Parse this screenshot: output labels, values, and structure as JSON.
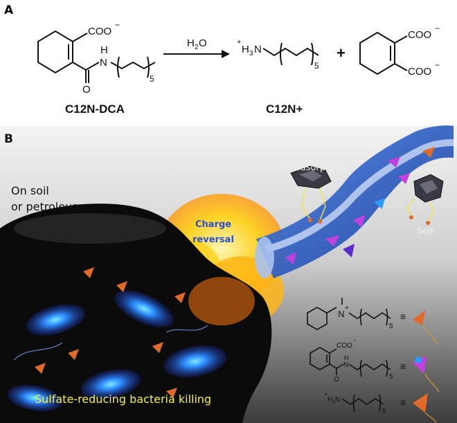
{
  "panel_a": {
    "letter": "A",
    "reactant_group_carboxylate": "COO",
    "reactant_charge": "−",
    "amide_nh": "N",
    "amide_h": "H",
    "carbonyl_o": "O",
    "chain_repeat": "5",
    "reagent": "H",
    "reagent_sub": "2",
    "reagent_tail": "O",
    "product_amine_charge": "+",
    "product_amine": "H",
    "product_amine_sub": "3",
    "product_amine_n": "N",
    "product_chain_repeat": "5",
    "plus_sign": "+",
    "dicarboxylate_top": "COO",
    "dicarboxylate_top_charge": "−",
    "dicarboxylate_bottom": "COO",
    "dicarboxylate_bottom_charge": "−",
    "reactant_name": "C12N-DCA",
    "product_name": "C12N+"
  },
  "panel_b": {
    "letter": "B",
    "surface_label_line1": "On soil",
    "surface_label_line2": "or petroleum",
    "charge_label_line1": "Charge",
    "charge_label_line2": "reversal",
    "soil_adsorption_label": "Soil adsorption",
    "soil_label": "Soil",
    "bacteria_label": "Sulfate-reducing bacteria killing",
    "legend": {
      "row1_n": "N",
      "row1_charge": "+",
      "row1_repeat": "5",
      "row2_group": "COO",
      "row2_charge": "−",
      "row2_n": "N",
      "row2_h": "H",
      "row2_o": "O",
      "row2_repeat": "5",
      "row3_charge": "+",
      "row3_h": "H",
      "row3_sub": "3",
      "row3_n": "N",
      "row3_repeat": "5",
      "equiv": "≡"
    },
    "colors": {
      "background_top": "#f2f2f2",
      "background_bottom": "#3a3a3a",
      "droplet": "#0b0b0b",
      "cloud": "#ffd21a",
      "tube": "#2f63c8",
      "bacteria": "#2d6bff",
      "cone_orange": "#e06a2a",
      "cone_magenta": "#c23fe0",
      "label_yellow": "#f3ef4a"
    }
  }
}
